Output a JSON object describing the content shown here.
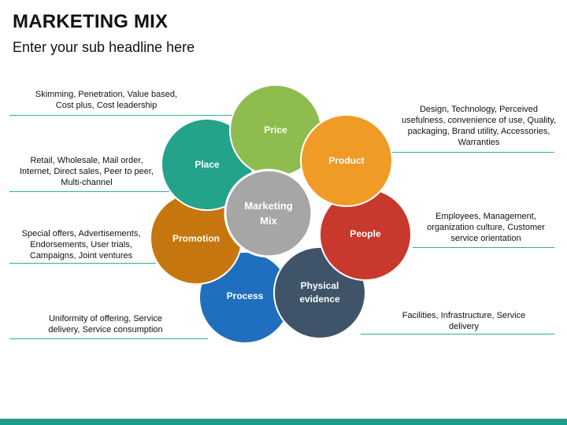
{
  "header": {
    "title": "MARKETING MIX",
    "subtitle": "Enter your sub headline here"
  },
  "diagram": {
    "center": {
      "label_line1": "Marketing",
      "label_line2": "Mix",
      "color": "#a6a6a6"
    },
    "petals": {
      "price": {
        "label": "Price",
        "color": "#8fbc4f"
      },
      "product": {
        "label": "Product",
        "color": "#f09b26"
      },
      "place": {
        "label": "Place",
        "color": "#22a38a"
      },
      "people": {
        "label": "People",
        "color": "#c8382c"
      },
      "promotion": {
        "label": "Promotion",
        "color": "#c6760e"
      },
      "process": {
        "label": "Process",
        "color": "#1f6fbe"
      },
      "physical": {
        "label_line1": "Physical",
        "label_line2": "evidence",
        "color": "#3f5468"
      }
    }
  },
  "notes": {
    "price": {
      "line1": "Skimming, Penetration, Value based,",
      "line2": "Cost plus, Cost leadership"
    },
    "product": {
      "line1": "Design, Technology, Perceived",
      "line2": "usefulness, convenience of use, Quality,",
      "line3": "packaging, Brand utility, Accessories,",
      "line4": "Warranties"
    },
    "place": {
      "line1": "Retail, Wholesale, Mail order,",
      "line2": "Internet, Direct sales, Peer to peer,",
      "line3": "Multi-channel"
    },
    "people": {
      "line1": "Employees, Management,",
      "line2": "organization culture, Customer",
      "line3": "service orientation"
    },
    "promotion": {
      "line1": "Special offers, Advertisements,",
      "line2": "Endorsements, User trials,",
      "line3": "Campaigns, Joint ventures"
    },
    "physical": {
      "line1": "Facilities, Infrastructure, Service",
      "line2": "delivery"
    },
    "process": {
      "line1": "Uniformity of offering, Service",
      "line2": "delivery, Service consumption"
    }
  },
  "colors": {
    "accent_line": "#2bb39a",
    "bottom_bar": "#1e9e8a"
  }
}
